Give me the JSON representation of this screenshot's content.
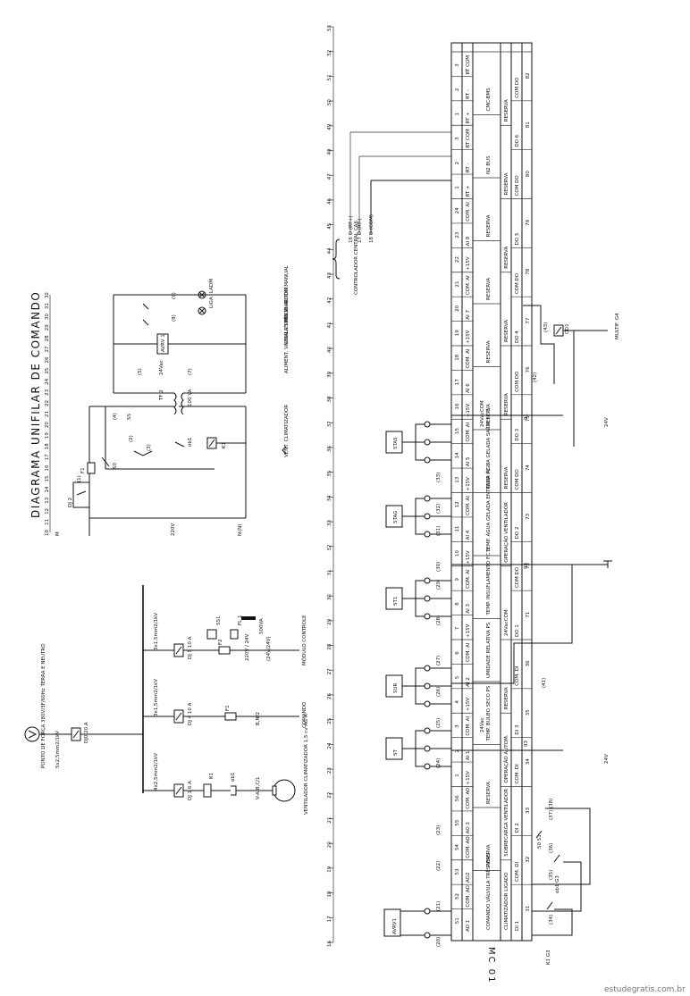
{
  "title": "DIAGRAMA UNIFILAR DE COMANDO",
  "panel_label": "MC 01",
  "watermark": "estudegratis.com.br",
  "power": {
    "supply": "PONTO DE FORÇA 380V/3F/60Hz TERRA E NEUTRO",
    "main_cable": "5x2,5mm2/1kV",
    "main_breaker": "DJ0 20 A",
    "branch1_cable": "4x2,5mm2/1kV",
    "branch1_breaker": "DJ 1 6 A",
    "contactor": "K1",
    "overload": "ob1",
    "motor_feed": "V-A,B,C/1",
    "motor": "VENTILADOR CLIMATIZADOR 1,5 cv AG A",
    "branch2_cable": "3x1,5mm2/1kV",
    "branch2_breaker": "DJ 4 10 A",
    "branch2_fuse": "F1",
    "branch2_out": "B,N/2",
    "branch2_label": "COMANDO",
    "branch3_cable": "3x1,5mm2/1kV",
    "branch3_breaker": "DJ 5 10 A",
    "branch3_fuse": "F2",
    "surge": "SS1",
    "filter": "FL 1",
    "ups": "500VA",
    "ups_volts": "220V / 24V",
    "branch3_label": "MÓDULO CONTROLE",
    "branch3_tag": "(24V/24V)"
  },
  "command": {
    "f1": "F1",
    "dj2": "DJ 2",
    "supply_v": "220V",
    "s0": "S0",
    "s1": "S1",
    "ss": "SS",
    "k1": "K1",
    "ob1": "ob1",
    "k": "K1",
    "vent_label": "VENT. CLIMATIZADOR",
    "tf": "TF 2",
    "tf_va": "100 VA",
    "tf_v": "24Vac",
    "avrv": "AVRV 1",
    "lamps": [
      "LIGA",
      "LIGA",
      "LADM"
    ],
    "labels": [
      "ALIMENT. VÁLVULA TRÊS VIAS",
      "SINALIZ. MODO AUTOM.",
      "SINALIZ. MODO MANUAL"
    ],
    "wires": [
      "(1)",
      "(2)",
      "(3)",
      "(4)",
      "(5)",
      "(6)",
      "(7)",
      "(8)",
      "(9)",
      "(N)"
    ],
    "ref_bottom": [
      "M",
      "N"
    ],
    "ruler": [
      "10",
      "11",
      "12",
      "13",
      "14",
      "15",
      "16",
      "17",
      "18",
      "19",
      "20",
      "21",
      "22",
      "23",
      "24",
      "25",
      "26",
      "27",
      "28",
      "29",
      "30",
      "31",
      "32"
    ]
  },
  "controller": {
    "label": "CONTROLADOR CENTRAL CA6",
    "terminals": [
      "16 O (RT+)",
      "17 O (RT-)",
      "18 O (COM)"
    ]
  },
  "ruler_right": [
    "16",
    "17",
    "18",
    "19",
    "20",
    "21",
    "22",
    "23",
    "24",
    "25",
    "26",
    "27",
    "28",
    "29",
    "30",
    "31",
    "32",
    "33",
    "34",
    "35",
    "36",
    "37",
    "38",
    "39",
    "40",
    "41",
    "42",
    "43",
    "44",
    "45",
    "46",
    "47",
    "48",
    "49",
    "50",
    "51",
    "52",
    "53"
  ],
  "strip": {
    "row_numbers": [
      "51",
      "52",
      "53",
      "54",
      "55",
      "56",
      "1",
      "2",
      "3",
      "4",
      "5",
      "6",
      "7",
      "8",
      "9",
      "10",
      "11",
      "12",
      "13",
      "14",
      "15",
      "16",
      "17",
      "18",
      "19",
      "20",
      "21",
      "22",
      "23",
      "24",
      "1",
      "2",
      "3",
      "1",
      "2",
      "3"
    ],
    "row_codes": [
      "AO 1",
      "COM. AO",
      "AO2",
      "COM. AO",
      "AO 3",
      "COM. AO",
      "+15V",
      "AI 1",
      "COM. AI",
      "+15V",
      "AI 2",
      "COM. AI",
      "+15V",
      "AI 3",
      "COM. AI",
      "+15V",
      "AI 4",
      "COM. AI",
      "+15V",
      "AI 5",
      "COM. AI",
      "+15V",
      "AI 6",
      "COM. AI",
      "+15V",
      "AI 7",
      "COM. AI",
      "+15V",
      "AI 8",
      "COM. AI",
      "RT +",
      "RT -",
      "RT COM",
      "RT +",
      "RT -",
      "RT COM"
    ],
    "groups": [
      "COMANDO VÁLVULA TRÊS VIAS",
      "RESERVA",
      "RESERVA",
      "TEMP. BULBO SECO PS",
      "UMIDADE RELATIVA PS",
      "TEMP. INSUFLAMENTO FC 3",
      "TEMP. ÁGUA GELADA ENTRADA FC 3",
      "TEMP. ÁGUA GELADA SAÍDA FC 3",
      "RESERVA",
      "RESERVA",
      "RESERVA",
      "RESERVA",
      "N2 BUS",
      "CMC-BMS"
    ],
    "din_groups": [
      "CLIMATIZADOR LIGADO",
      "SOBRECARGA VENTILADOR",
      "OPERAÇÃO AUTOM.",
      "RESERVA",
      "24VacCOM",
      "OPERAÇÃO VENTILADOR",
      "RESERVA",
      "RESERVA",
      "RESERVA",
      "RESERVA",
      "RESERVA",
      "RESERVA"
    ],
    "din_codes": [
      "DI 1",
      "COM. DI",
      "DI 2",
      "COM. DI",
      "DI 3",
      "COM. DI",
      "DO 1",
      "COM DO",
      "DO 2",
      "COM DO",
      "DO 3",
      "COM DO",
      "DO 4",
      "COM DO",
      "DO 5",
      "COM DO",
      "DO 6",
      "COM DO"
    ],
    "din_numbers": [
      "31",
      "32",
      "33",
      "34",
      "35",
      "36",
      "71",
      "72",
      "73",
      "74",
      "75",
      "76",
      "77",
      "78",
      "79",
      "80",
      "81",
      "82"
    ],
    "wires": [
      "(20)",
      "(21)",
      "(22)",
      "(23)",
      "(24)",
      "(25)",
      "(26)",
      "(27)",
      "(28)",
      "(29)",
      "(30)",
      "(31)",
      "(32)",
      "(33)",
      "(34)",
      "(35)",
      "(36)",
      "(37)",
      "(38)",
      "(41)",
      "(42)",
      "(43)"
    ]
  },
  "field": {
    "sensors": [
      "ST",
      "SUR",
      "ST1",
      "STAG",
      "STAS"
    ],
    "avrv": "AVRV1",
    "k1": "K1 G3",
    "ob1": "ob1 G3",
    "s0": "S0 S1",
    "cd1": "CD1",
    "v24_labels": [
      "24V",
      "24V",
      "24V"
    ],
    "vac_labels": [
      "24Vac",
      "24Vac",
      "24VacCOM"
    ],
    "refs": [
      "93",
      "92",
      "91"
    ],
    "mult": "MULTIF. G4"
  }
}
